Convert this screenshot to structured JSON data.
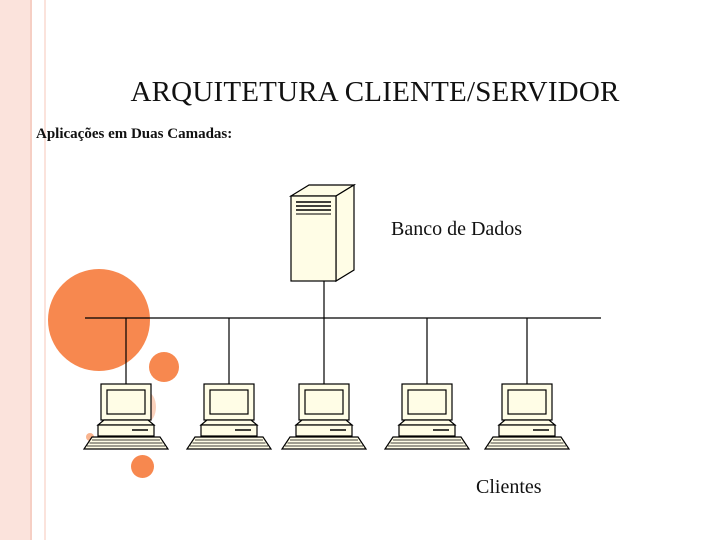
{
  "slide": {
    "title": "ARQUITETURA CLIENTE/SERVIDOR",
    "subtitle": "Aplicações em Duas Camadas:",
    "server_label": "Banco de Dados",
    "clients_label": "Clientes"
  },
  "diagram": {
    "server_icon": "server-tower-icon",
    "client_icon": "desktop-computer-icon",
    "client_count": 5
  },
  "colors": {
    "accent_orange": "#f7884f",
    "left_bar": "#fbe3dc",
    "device_fill": "#fffde6",
    "line": "#000000"
  }
}
